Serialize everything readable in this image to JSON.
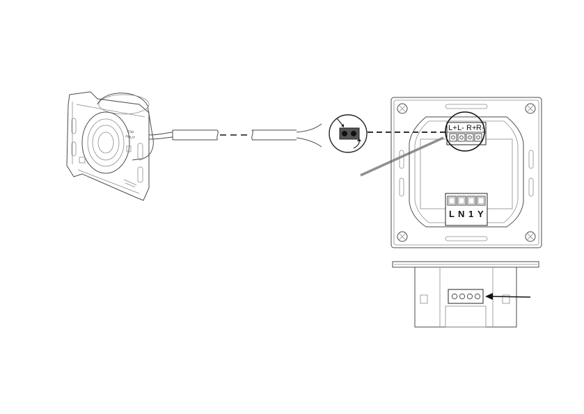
{
  "speaker_terminals": {
    "labels": [
      "L+",
      "L-",
      "R+",
      "R-"
    ]
  },
  "power_terminals": {
    "labels": [
      "L",
      "N",
      "1",
      "Y"
    ]
  },
  "speaker_module": {
    "markings": [
      "TOP",
      "HAUT"
    ]
  },
  "colors": {
    "line": "#4a4a4a",
    "dashed_cable": "#111111",
    "indicator_bar": "#8f8f8f",
    "connector_fill": "#555555"
  }
}
